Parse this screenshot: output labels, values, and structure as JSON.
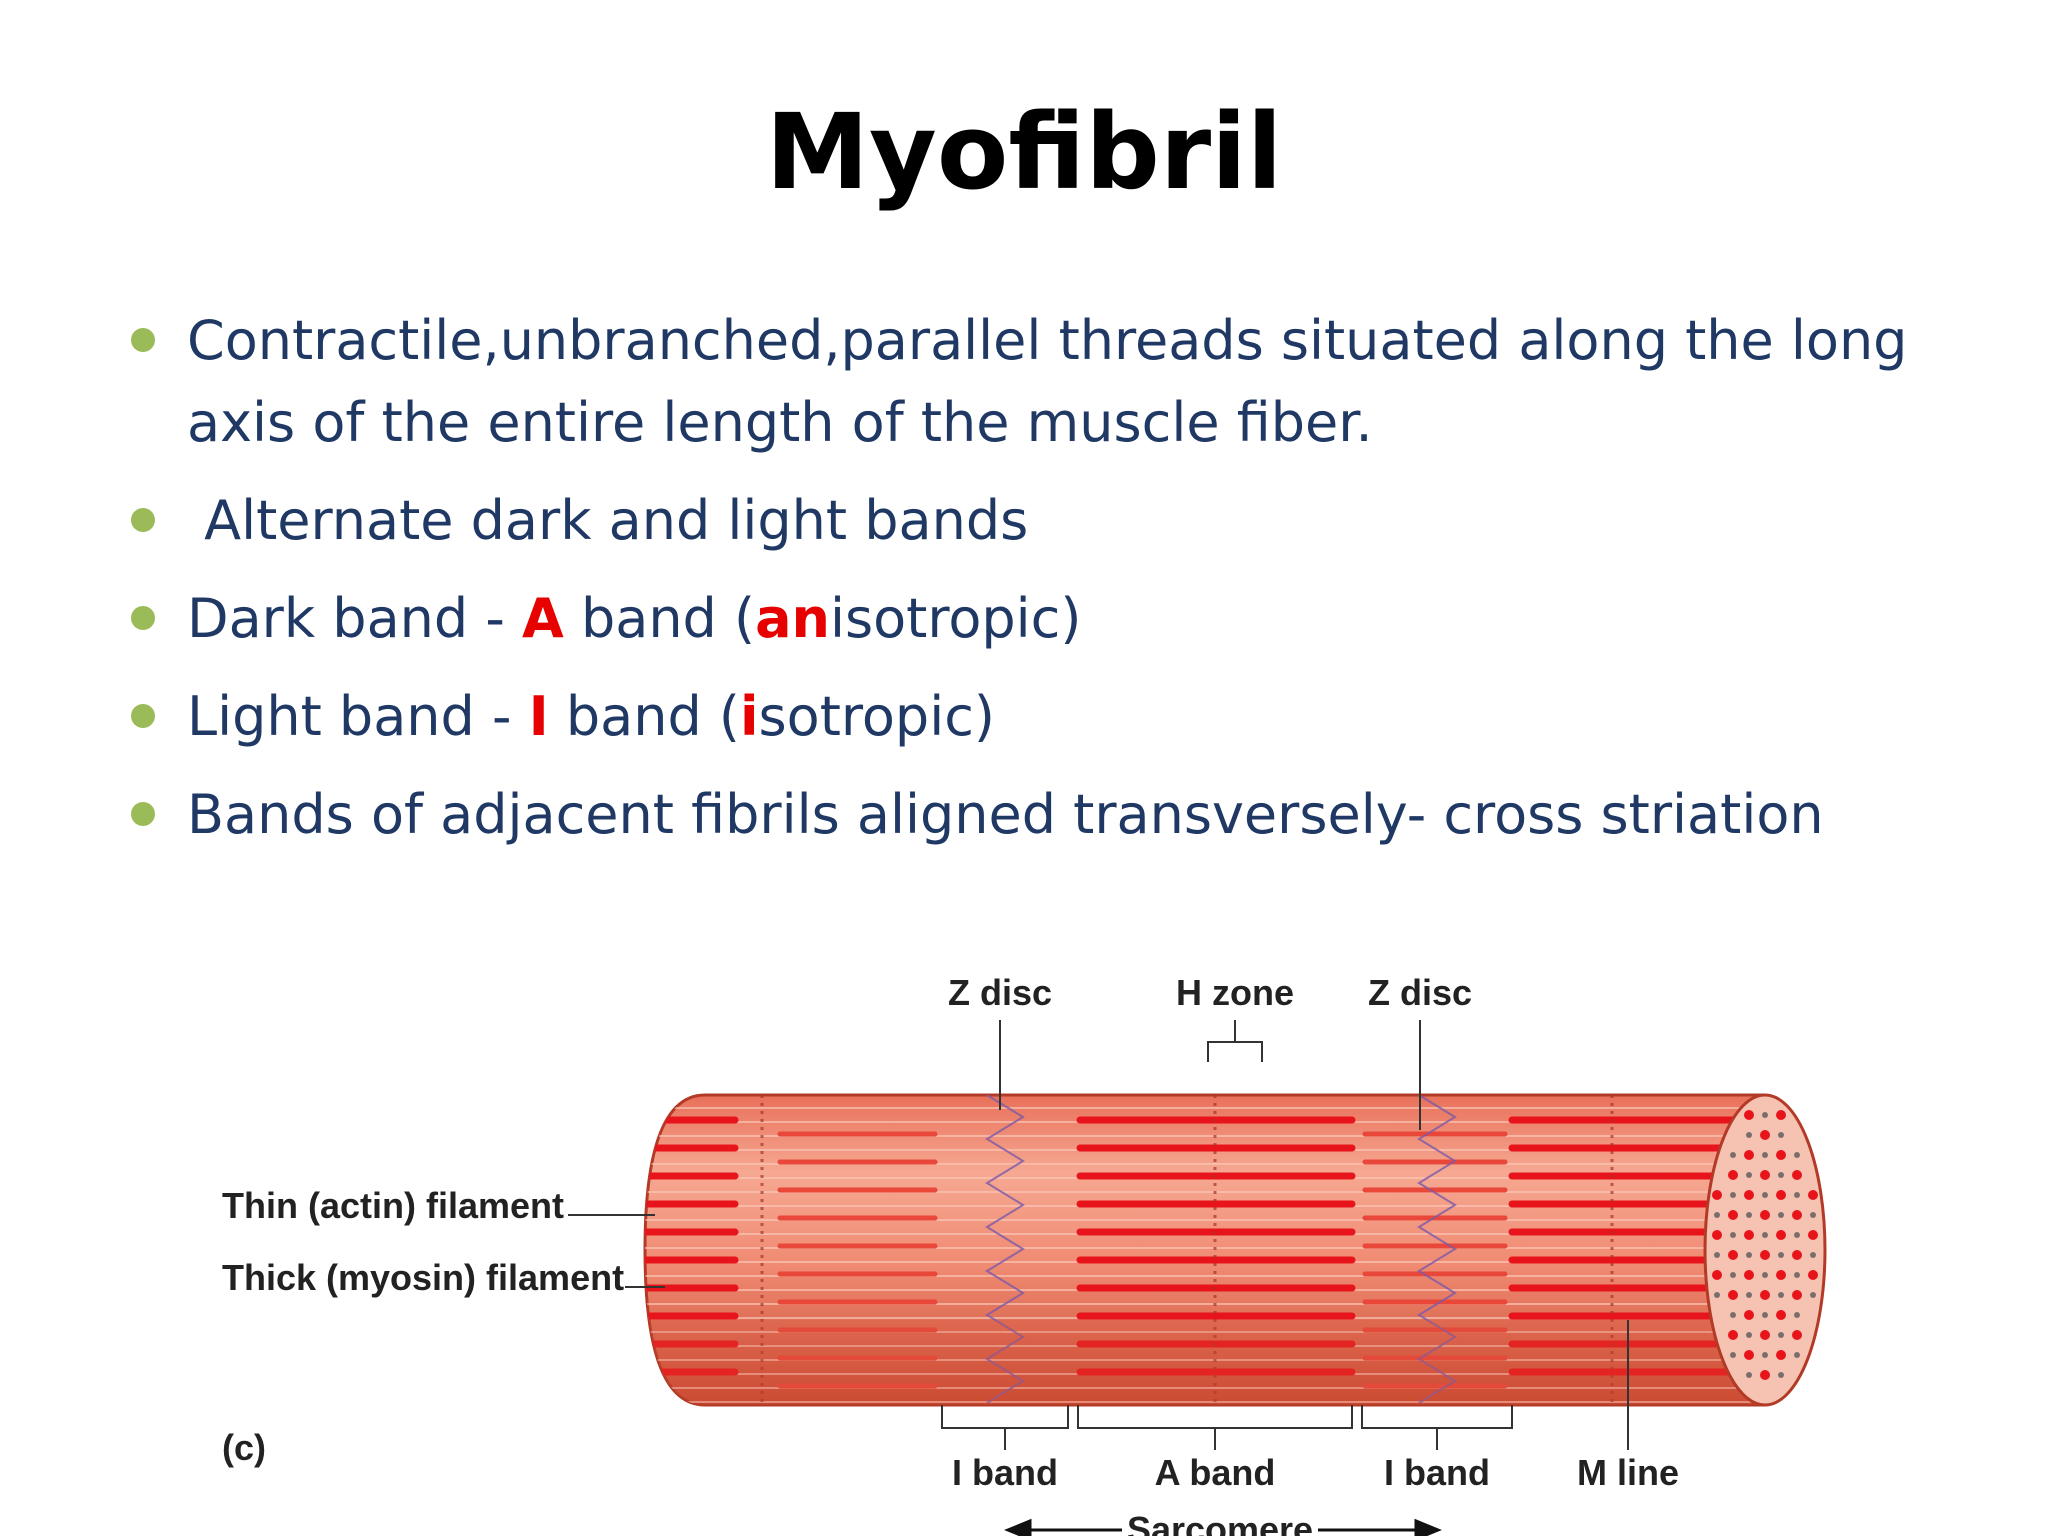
{
  "title": "Myofibril",
  "bullets": [
    {
      "text": "Contractile,unbranched,parallel  threads situated along the long axis of the entire length of the muscle fiber."
    },
    {
      "text": " Alternate dark and light bands"
    },
    {
      "pre": "Dark band - ",
      "hl1": "A",
      "mid": " band (",
      "hl2": "an",
      "post": "isotropic)"
    },
    {
      "pre": "Light band - ",
      "hl1": "I",
      "mid": " band (",
      "hl2": "i",
      "post": "sotropic)"
    },
    {
      "text": "Bands of adjacent fibrils aligned transversely- cross striation"
    }
  ],
  "diagram": {
    "labels": {
      "z_disc_left": "Z disc",
      "h_zone": "H zone",
      "z_disc_right": "Z disc",
      "thin_filament": "Thin (actin) filament",
      "thick_filament": "Thick (myosin) filament",
      "panel": "(c)",
      "i_band_left": "I band",
      "a_band": "A band",
      "i_band_right": "I band",
      "m_line": "M line",
      "sarcomere": "Sarcomere"
    },
    "colors": {
      "body": "#f0907a",
      "body_dark": "#d9543c",
      "thick_filament": "#e8141b",
      "end_face": "#f6c2b2",
      "bullet": "#9bbb59",
      "text": "#1f3864",
      "highlight": "#e60000"
    }
  }
}
